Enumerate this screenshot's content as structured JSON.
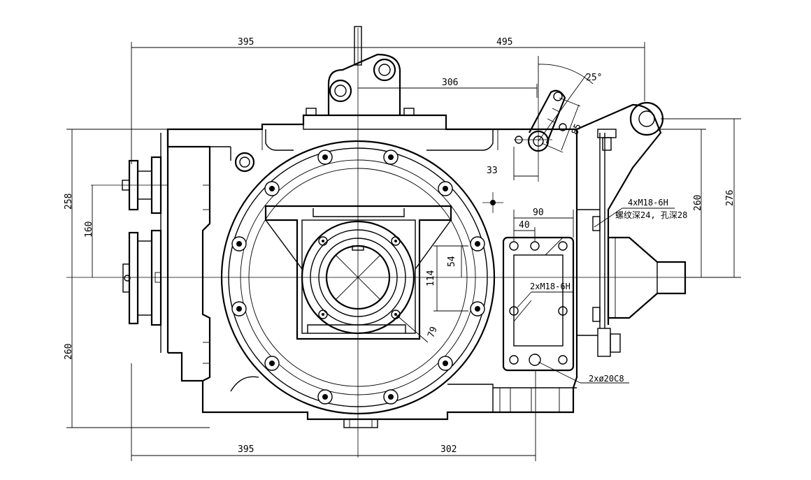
{
  "dimensions": {
    "top_left_395": "395",
    "top_right_495": "495",
    "bracket_306": "306",
    "angle_25": "25°",
    "lever_85": "85",
    "lever_33": "33",
    "left_258": "258",
    "left_160": "160",
    "left_260": "260",
    "right_260": "260",
    "right_276": "276",
    "flange_90": "90",
    "flange_40": "40",
    "bore_54": "54",
    "bore_114": "114",
    "bore_79": "79",
    "bottom_395": "395",
    "bottom_302": "302"
  },
  "notes": {
    "thread_4x": "4xM18-6H",
    "thread_4x_depth": "螺纹深24, 孔深28",
    "thread_2x": "2xM18-6H",
    "pin_holes": "2xø20C8"
  },
  "colors": {
    "line": "#000000",
    "background": "#ffffff"
  }
}
